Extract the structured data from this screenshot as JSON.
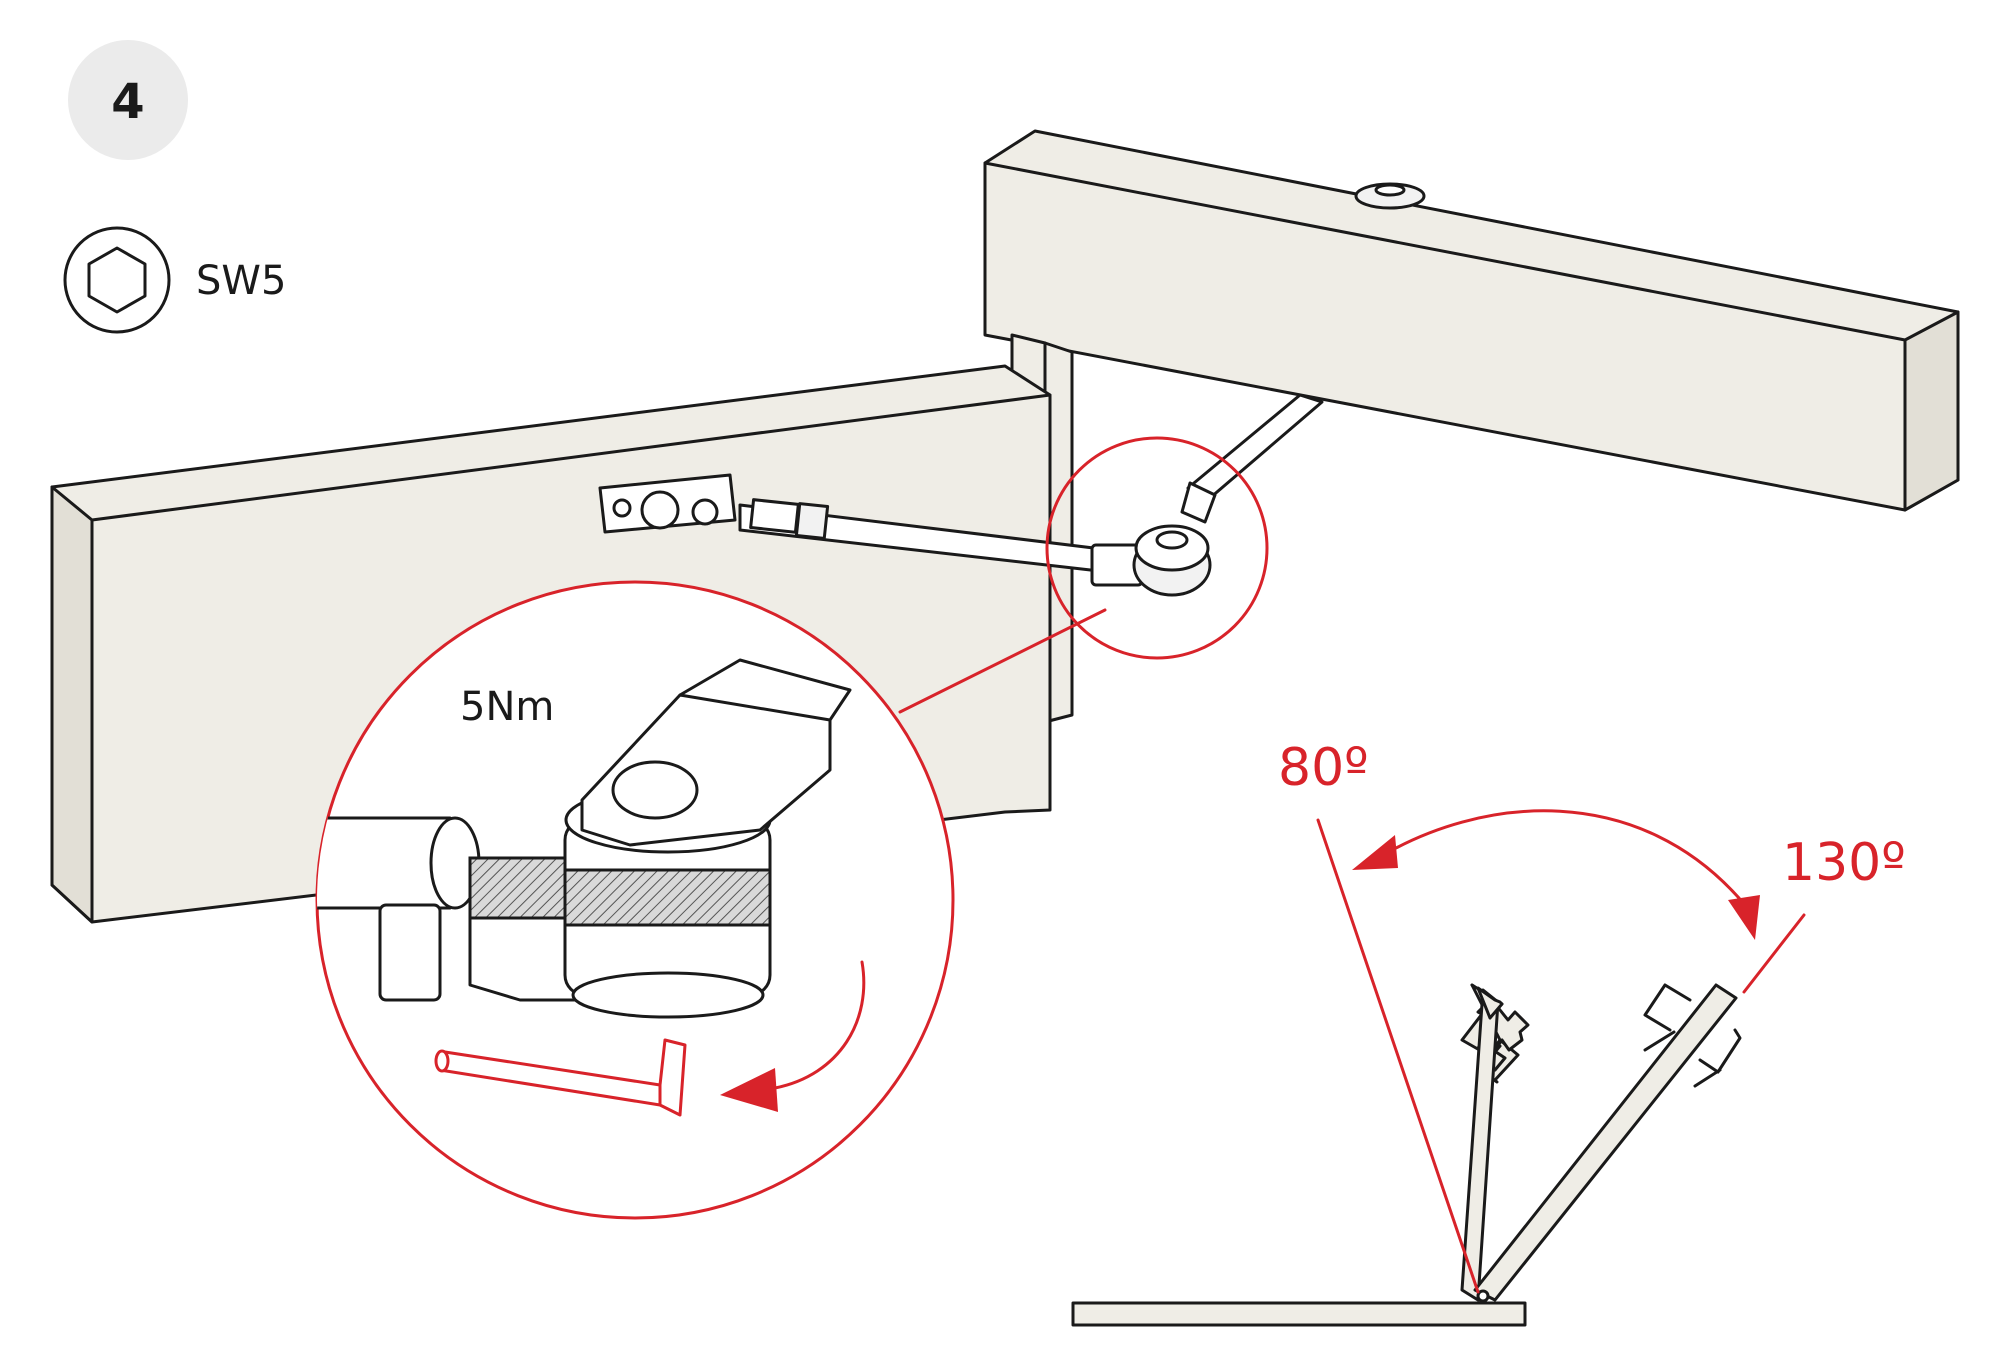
{
  "step": {
    "number": "4"
  },
  "tool": {
    "icon": "hex-key-icon",
    "label": "SW5"
  },
  "detail": {
    "torque_label": "5Nm"
  },
  "angles": {
    "min_label": "80º",
    "max_label": "130º"
  },
  "colors": {
    "accent": "#d8232a",
    "badge": "#ebebeb",
    "wall": "#efede6",
    "ink": "#1a1a1a"
  }
}
